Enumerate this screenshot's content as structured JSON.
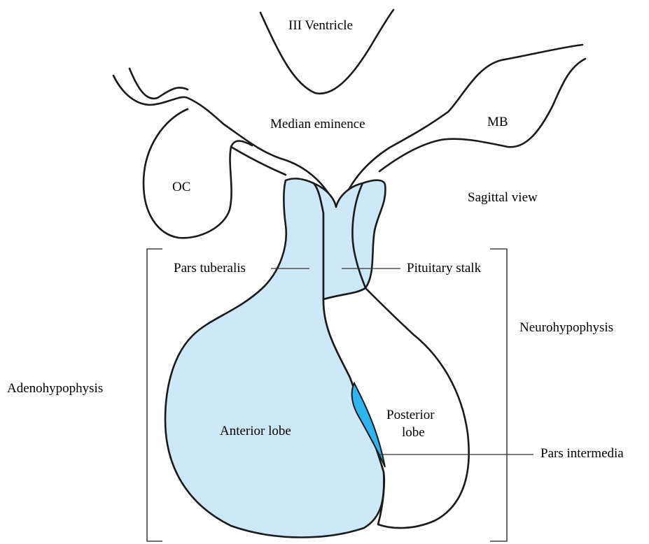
{
  "labels": {
    "third_ventricle": "III Ventricle",
    "median_eminence": "Median eminence",
    "mb": "MB",
    "oc": "OC",
    "sagittal_view": "Sagittal view",
    "pars_tuberalis": "Pars tuberalis",
    "pituitary_stalk": "Pituitary stalk",
    "neurohypophysis": "Neurohypophysis",
    "adenohypophysis": "Adenohypophysis",
    "anterior_lobe": "Anterior lobe",
    "posterior_lobe_line1": "Posterior",
    "posterior_lobe_line2": "lobe",
    "pars_intermedia": "Pars intermedia"
  },
  "colors": {
    "adenohypophysis_fill": "#cde8f8",
    "pars_intermedia_fill": "#2fb4f0",
    "neurohypophysis_fill": "#ffffff",
    "outline": "#1a1a1a"
  }
}
